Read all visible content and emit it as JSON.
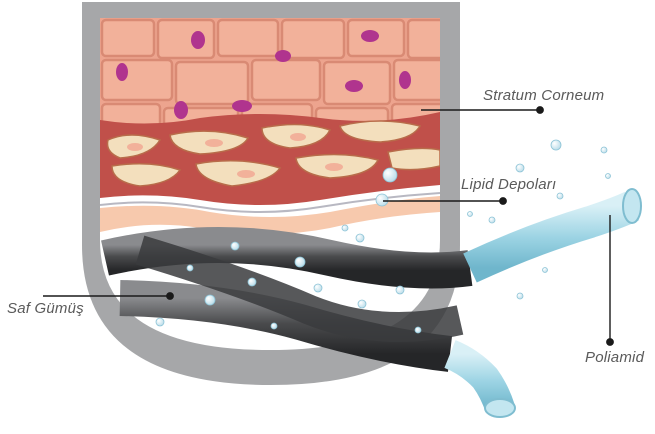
{
  "labels": {
    "stratum_corneum": "Stratum Corneum",
    "lipid_depolari": "Lipid Depoları",
    "saf_gumus": "Saf Gümüş",
    "poliamid": "Poliamid"
  },
  "colors": {
    "frame": "#a6a7a9",
    "skin_top": "#eda48e",
    "cell_fill": "#f2b19a",
    "cell_border": "#d98a74",
    "nucleus": "#b0348e",
    "dermis_band": "#c0504a",
    "lipid": "#f3dfbd",
    "base_skin": "#f7c9ad",
    "fiber_dark": "#4a4b4d",
    "polyamide": "#9dd4e4",
    "leader_line": "#1a1a1a"
  }
}
